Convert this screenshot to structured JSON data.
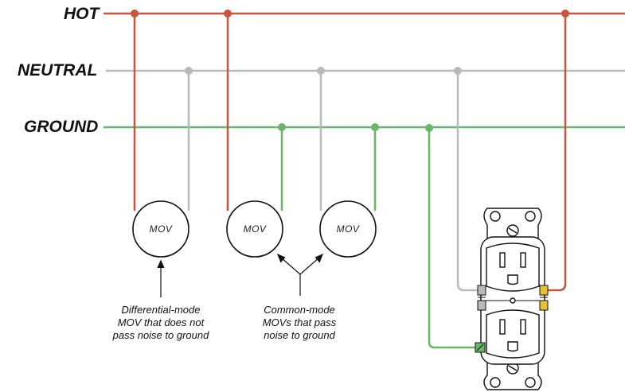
{
  "rails": {
    "hot": "HOT",
    "neutral": "NEUTRAL",
    "ground": "GROUND"
  },
  "movs": [
    {
      "label": "MOV",
      "mode": "differential"
    },
    {
      "label": "MOV",
      "mode": "common"
    },
    {
      "label": "MOV",
      "mode": "common"
    }
  ],
  "captions": {
    "differential": [
      "Differential-mode",
      "MOV that does not",
      "pass noise to ground"
    ],
    "common": [
      "Common-mode",
      "MOVs that pass",
      "noise to ground"
    ]
  },
  "colors": {
    "hot": "#c8563f",
    "neutral": "#b7b9bd",
    "ground": "#69b56b"
  }
}
